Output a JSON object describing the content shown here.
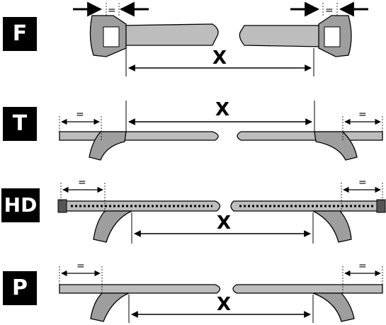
{
  "badges": {
    "f": "F",
    "t": "T",
    "hd": "HD",
    "p": "P"
  },
  "labels": {
    "distance": "X",
    "equal": "="
  },
  "colors": {
    "ink": "#000000",
    "bar_fill": "#bdbdbd",
    "foot_fill": "#9e9e9e",
    "background": "#ffffff"
  }
}
